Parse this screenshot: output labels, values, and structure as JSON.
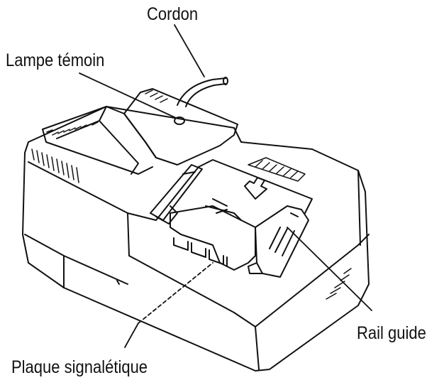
{
  "diagram": {
    "labels": {
      "cordon": "Cordon",
      "lampe_temoin": "Lampe témoin",
      "rail_guide": "Rail guide",
      "plaque_signaletique": "Plaque signalétique"
    },
    "colors": {
      "line": "#111111",
      "background": "#ffffff"
    }
  }
}
